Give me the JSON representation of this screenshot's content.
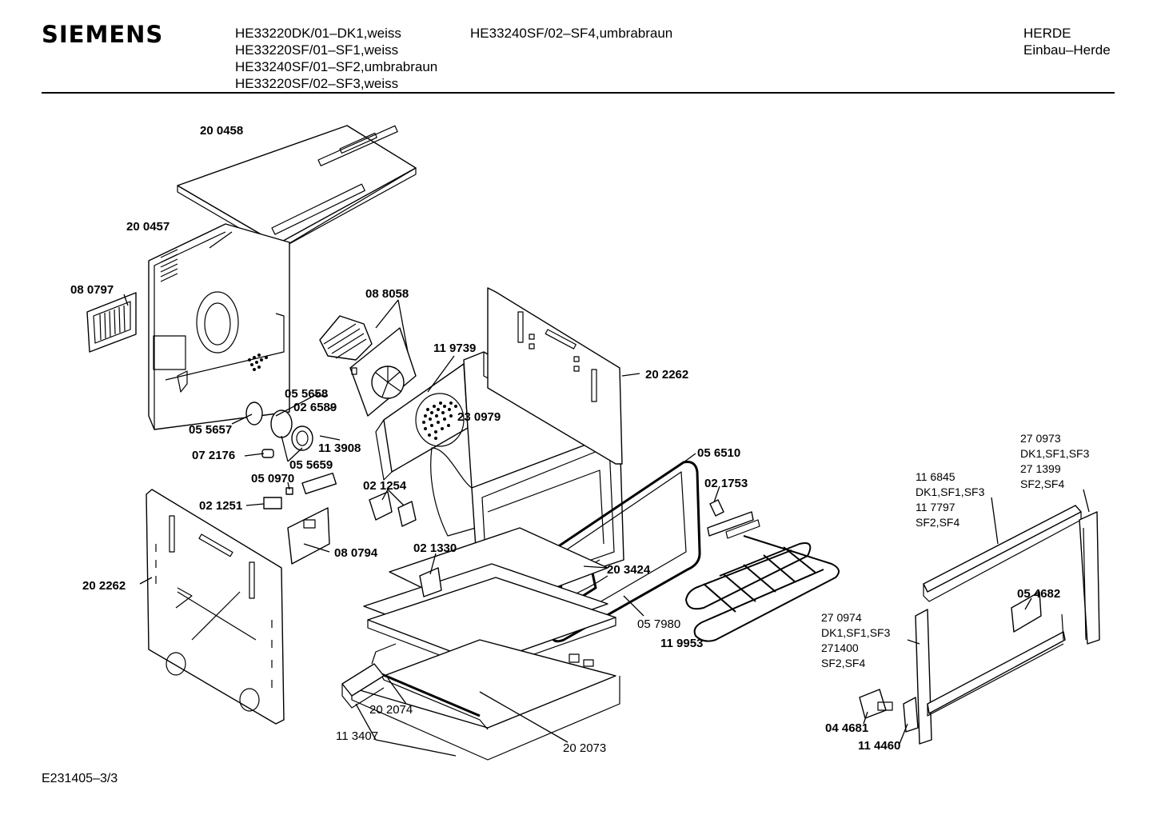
{
  "header": {
    "brand": "SIEMENS",
    "models_col1": [
      "HE33220DK/01–DK1,weiss",
      "HE33220SF/01–SF1,weiss",
      "HE33240SF/01–SF2,umbrabraun",
      "HE33220SF/02–SF3,weiss"
    ],
    "models_col2": [
      "HE33240SF/02–SF4,umbrabraun"
    ],
    "category": [
      "HERDE",
      "Einbau–Herde"
    ]
  },
  "footer": {
    "doc_code": "E231405–3/3"
  },
  "parts": [
    {
      "id": "p200458",
      "label": "20 0458"
    },
    {
      "id": "p200457",
      "label": "20 0457"
    },
    {
      "id": "p080797",
      "label": "08 0797"
    },
    {
      "id": "p088058",
      "label": "08 8058"
    },
    {
      "id": "p119739",
      "label": "11 9739"
    },
    {
      "id": "p202262a",
      "label": "20 2262"
    },
    {
      "id": "p055658",
      "label": "05 5658"
    },
    {
      "id": "p026589",
      "label": "02 6589"
    },
    {
      "id": "p230979",
      "label": "23 0979"
    },
    {
      "id": "p055657",
      "label": "05 5657"
    },
    {
      "id": "p113908",
      "label": "11 3908"
    },
    {
      "id": "p072176",
      "label": "07 2176"
    },
    {
      "id": "p055659",
      "label": "05 5659"
    },
    {
      "id": "p056510",
      "label": "05 6510"
    },
    {
      "id": "p050970",
      "label": "05 0970"
    },
    {
      "id": "p021254",
      "label": "02 1254"
    },
    {
      "id": "p021753",
      "label": "02 1753"
    },
    {
      "id": "p021251",
      "label": "02 1251"
    },
    {
      "id": "p080794",
      "label": "08 0794"
    },
    {
      "id": "p021330",
      "label": "02 1330"
    },
    {
      "id": "p203424",
      "label": "20 3424"
    },
    {
      "id": "p202262b",
      "label": "20 2262"
    },
    {
      "id": "p054682",
      "label": "05 4682"
    },
    {
      "id": "p057980",
      "label": "05 7980"
    },
    {
      "id": "p119953",
      "label": "11 9953"
    },
    {
      "id": "p202074",
      "label": "20 2074"
    },
    {
      "id": "p113407",
      "label": "11 3407"
    },
    {
      "id": "p202073",
      "label": "20 2073"
    },
    {
      "id": "p044681",
      "label": "04 4681"
    },
    {
      "id": "p114460",
      "label": "11 4460"
    }
  ],
  "notes": [
    {
      "id": "n1",
      "lines": [
        "27 0973",
        "DK1,SF1,SF3",
        "27 1399",
        "SF2,SF4"
      ]
    },
    {
      "id": "n2",
      "lines": [
        "11 6845",
        "DK1,SF1,SF3",
        "11 7797",
        "SF2,SF4"
      ]
    },
    {
      "id": "n3",
      "lines": [
        "27 0974",
        "DK1,SF1,SF3",
        "271400",
        "SF2,SF4"
      ]
    }
  ]
}
